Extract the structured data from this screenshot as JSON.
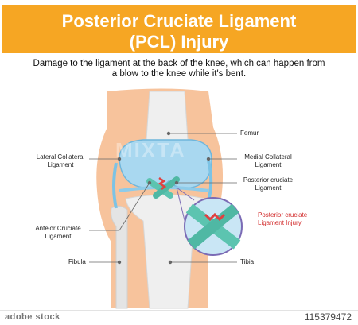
{
  "header": {
    "title_line1": "Posterior Cruciate Ligament",
    "title_line2": "(PCL) Injury"
  },
  "subtitle": {
    "line1": "Damage to the ligament at the back of the knee, which can happen from",
    "line2": "a blow to the knee while it's bent."
  },
  "labels": {
    "femur": "Femur",
    "lateral_collateral_l1": "Lateral Collateral",
    "lateral_collateral_l2": "Ligament",
    "medial_collateral_l1": "Medial Collateral",
    "medial_collateral_l2": "Ligament",
    "posterior_cruciate_l1": "Posterior cruciate",
    "posterior_cruciate_l2": "Ligament",
    "anterior_cruciate_l1": "Anteior Cruciate",
    "anterior_cruciate_l2": "Ligament",
    "pcl_injury_l1": "Posterior cruciate",
    "pcl_injury_l2": "Ligament Injury",
    "fibula": "Fibula",
    "tibia": "Tibia"
  },
  "watermark": "MIXTA",
  "footer": {
    "brand": "adobe stock",
    "id": "115379472"
  },
  "colors": {
    "header_bg": "#f6a623",
    "skin": "#f7c39c",
    "bone": "#eeeeee",
    "cartilage": "#a9d8f0",
    "ligament": "#5cc4b0",
    "injury": "#e04040"
  }
}
